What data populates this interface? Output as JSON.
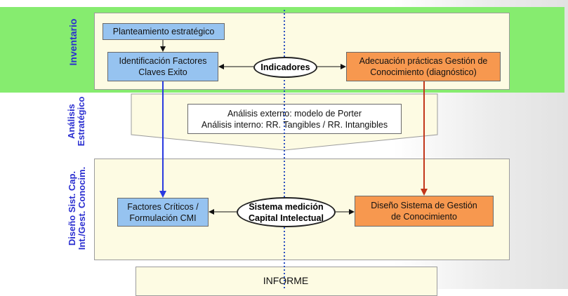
{
  "stages": {
    "inventario": "Inventario",
    "analisis": "Análisis\nEstratégico",
    "diseno": "Diseño Sist. Cap.\nInt./Gest. Conocim."
  },
  "boxes": {
    "planteamiento": "Planteamiento estratégico",
    "identificacion": "Identificación Factores\nClaves Exito",
    "adecuacion": "Adecuación prácticas Gestión de\nConocimiento (diagnóstico)",
    "analisis_text": "Análisis externo: modelo de Porter\nAnálisis interno: RR. Tangibles / RR. Intangibles",
    "factores": "Factores Críticos /\nFormulación CMI",
    "diseno_sistema": "Diseño Sistema de Gestión\nde Conocimiento",
    "informe": "INFORME"
  },
  "ovals": {
    "indicadores": "Indicadores",
    "sistema": "Sistema medición\nCapital Intelectual"
  },
  "colors": {
    "band": "#86ec6f",
    "panel": "#fdfbe3",
    "blue_box": "#96c3f0",
    "orange_box": "#f7984f",
    "blue_arrow": "#2a3ae0",
    "red_arrow": "#c2361a",
    "dotted_line": "#2b4fbf",
    "stage_label": "#2a2ed0"
  }
}
